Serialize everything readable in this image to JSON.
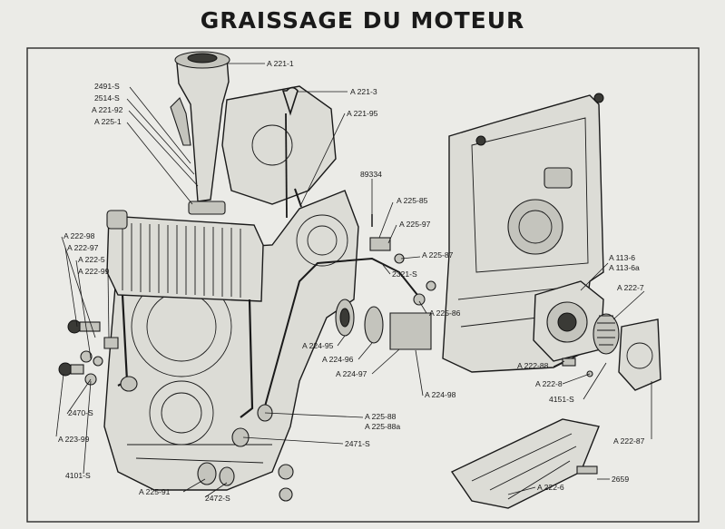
{
  "title": "GRAISSAGE DU MOTEUR",
  "callouts": {
    "a2211": "A 221-1",
    "a2213": "A 221-3",
    "a22195": "A 221-95",
    "p2491": "2491-S",
    "p2514": "2514-S",
    "a22192": "A 221-92",
    "a2251": "A 225-1",
    "p89334": "89334",
    "a22585": "A 225-85",
    "a22597": "A 225-97",
    "a22587": "A 225-87",
    "p2321": "2321-S",
    "a22586": "A 225-86",
    "a22298": "A 222-98",
    "a22297": "A 222-97",
    "a2225": "A 222-5",
    "a22299": "A 222-99",
    "a1136": "A 113-6",
    "a1136a": "A 113-6a",
    "a2227": "A 222-7",
    "a22495": "A 224-95",
    "a22496": "A 224-96",
    "a22497": "A 224-97",
    "a22498": "A 224-98",
    "a22288": "A 222-88",
    "a2228": "A 222-8",
    "p4151": "4151-S",
    "p2470": "2470-S",
    "a22399": "A 223-99",
    "a22588": "A 225-88",
    "a22588a": "A 225-88a",
    "p2471": "2471-S",
    "a22287": "A 222-87",
    "p4101": "4101-S",
    "a22591": "A 225-91",
    "p2472": "2472-S",
    "a2226": "A 222-6",
    "p2659": "2659"
  }
}
